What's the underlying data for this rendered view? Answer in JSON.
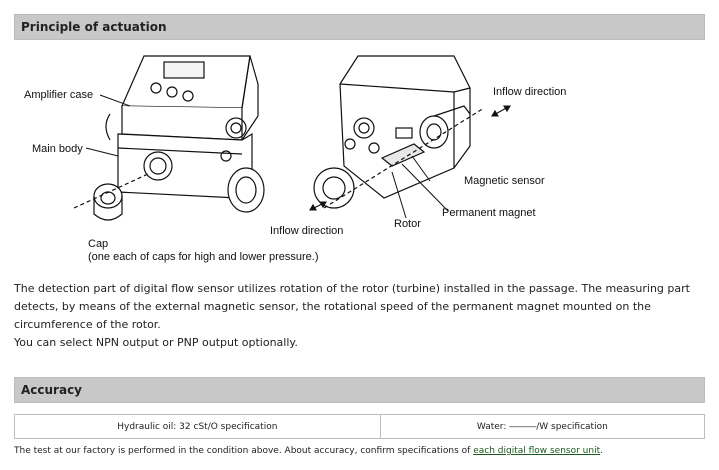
{
  "sections": {
    "principle_title": "Principle of actuation",
    "accuracy_title": "Accuracy"
  },
  "diagram_labels": {
    "amplifier_case": "Amplifier case",
    "main_body": "Main body",
    "cap": "Cap",
    "cap_note": "(one each of caps for high and lower pressure.)",
    "inflow_direction_top": "Inflow direction",
    "inflow_direction_bottom": "Inflow direction",
    "magnetic_sensor": "Magnetic sensor",
    "permanent_magnet": "Permanent magnet",
    "rotor": "Rotor"
  },
  "description": {
    "line1": "The detection part of digital flow sensor utilizes rotation of the rotor (turbine) installed in the passage. The measuring part",
    "line2": "detects, by means of the external magnetic sensor, the rotational speed of the permanent magnet mounted on the",
    "line3": "circumference of the rotor.",
    "line4": "You can select NPN output or PNP output optionally."
  },
  "accuracy_table": {
    "left": "Hydraulic oil: 32 cSt/O specification",
    "right": "Water: ―――/W specification"
  },
  "footnote": {
    "text": "The test at our factory is performed in the condition above. About accuracy, confirm specifications of ",
    "link": "each digital flow sensor unit",
    "end": "."
  }
}
